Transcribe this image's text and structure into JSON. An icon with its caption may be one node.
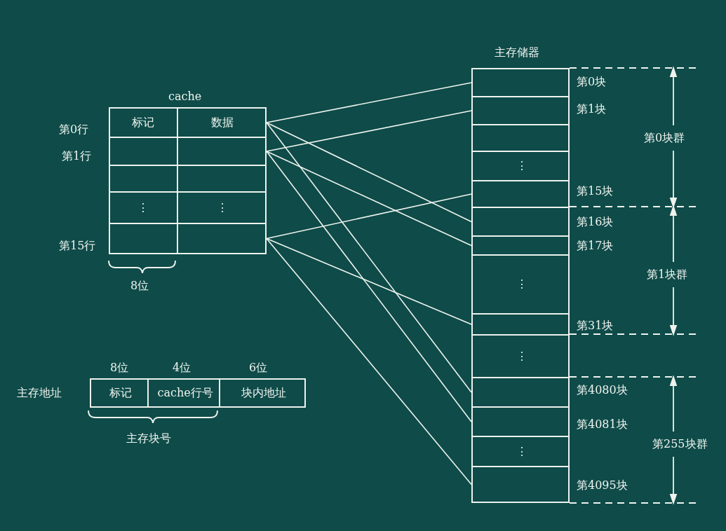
{
  "diagram": {
    "nodes": [
      {
        "text": [
          "cache"
        ]
      },
      {
        "text": [
          "标记",
          "数据"
        ],
        "beside": [
          "第0行"
        ],
        "in": 0
      },
      {
        "text": [],
        "shape": "box",
        "beside": [
          "第1行"
        ],
        "in": 0
      },
      {
        "text": [],
        "shape": "box",
        "in": 0
      },
      {
        "text": [
          "⋮",
          "⋮"
        ],
        "in": 0
      },
      {
        "text": [],
        "shape": "box",
        "beside": [
          "第15行"
        ],
        "in": 0
      },
      {
        "text": [
          "主存储器"
        ]
      },
      {
        "text": [],
        "shape": "box",
        "beside": [
          "第0块"
        ],
        "in": 6
      },
      {
        "text": [],
        "shape": "box",
        "beside": [
          "第1块"
        ],
        "in": 6
      },
      {
        "text": [],
        "shape": "box",
        "in": 6
      },
      {
        "text": [
          "⋮"
        ],
        "in": 6
      },
      {
        "text": [],
        "shape": "box",
        "beside": [
          "第15块"
        ],
        "in": 6
      },
      {
        "text": [],
        "shape": "box",
        "beside": [
          "第16块"
        ],
        "in": 6
      },
      {
        "text": [],
        "shape": "box",
        "beside": [
          "第17块"
        ],
        "in": 6
      },
      {
        "text": [
          "⋮"
        ],
        "in": 6
      },
      {
        "text": [],
        "shape": "box",
        "beside": [
          "第31块"
        ],
        "in": 6
      },
      {
        "text": [
          "⋮"
        ],
        "in": 6
      },
      {
        "text": [],
        "shape": "box",
        "beside": [
          "第4080块"
        ],
        "in": 6
      },
      {
        "text": [],
        "shape": "box",
        "beside": [
          "第4081块"
        ],
        "in": 6
      },
      {
        "text": [
          "⋮"
        ],
        "in": 6
      },
      {
        "text": [],
        "shape": "box",
        "beside": [
          "第4095块"
        ],
        "in": 6
      },
      {
        "text": [
          "主存地址"
        ]
      },
      {
        "text": [
          "标记"
        ],
        "in": 21
      },
      {
        "text": [
          "cache行号"
        ],
        "in": 21
      },
      {
        "text": [
          "块内地址"
        ],
        "in": 21
      }
    ],
    "edges": [
      {
        "from": 1,
        "to": 7,
        "arrow": "none"
      },
      {
        "from": 1,
        "to": 12,
        "arrow": "none"
      },
      {
        "from": 1,
        "to": 17,
        "arrow": "none"
      },
      {
        "from": 2,
        "to": 8,
        "arrow": "none"
      },
      {
        "from": 2,
        "to": 13,
        "arrow": "none"
      },
      {
        "from": 2,
        "to": 18,
        "arrow": "none"
      },
      {
        "from": 5,
        "to": 11,
        "arrow": "none"
      },
      {
        "from": 5,
        "to": 15,
        "arrow": "none"
      },
      {
        "from": 5,
        "to": 20,
        "arrow": "none"
      }
    ],
    "labels": [
      "第0块群",
      "8位",
      "第1块群",
      "8位",
      "4位",
      "6位",
      "第255块群",
      "主存块号"
    ]
  }
}
